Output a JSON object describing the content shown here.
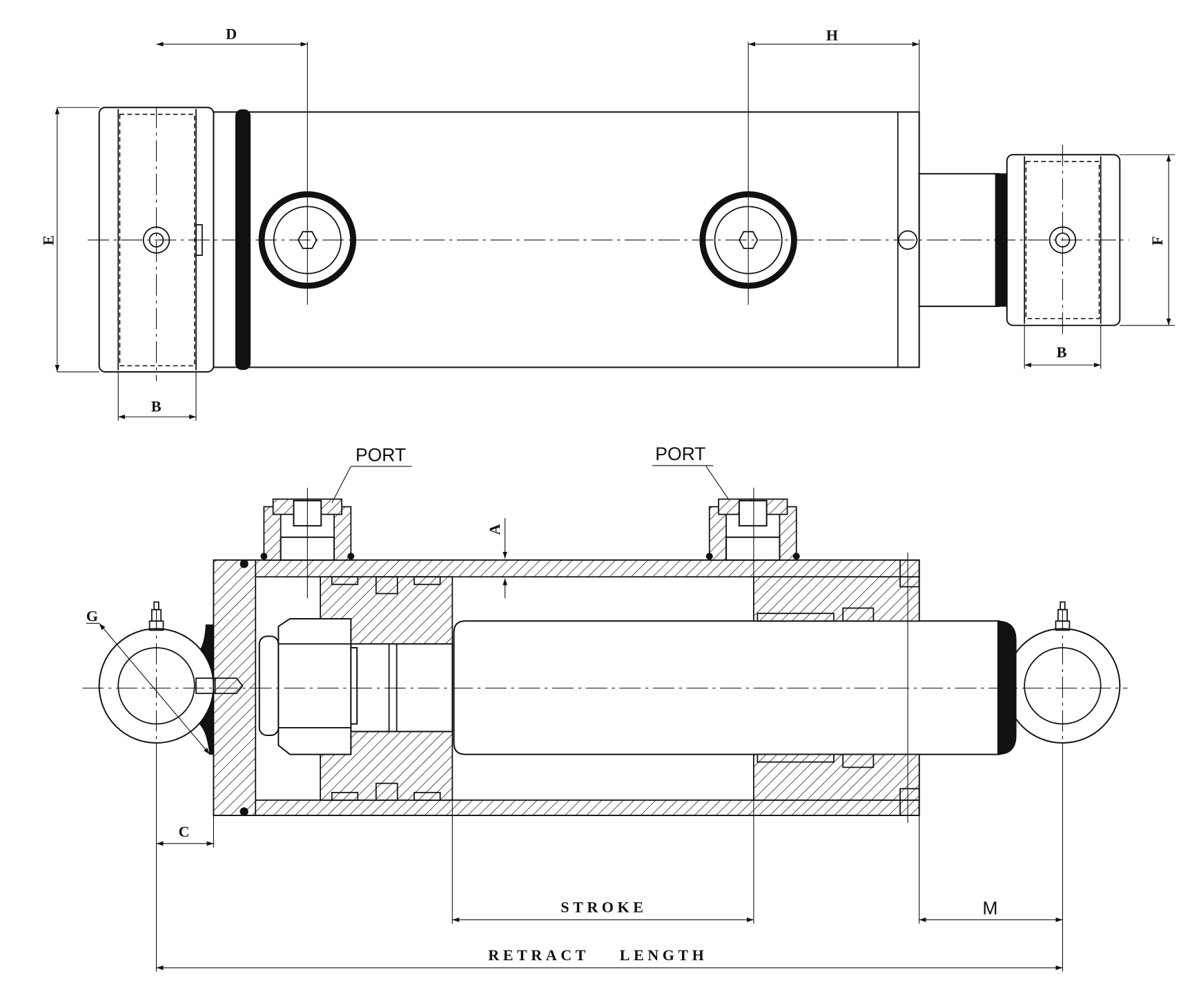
{
  "top_view": {
    "dimensions": {
      "d": "D",
      "h": "H",
      "e": "E",
      "f": "F",
      "b_left": "B",
      "b_right": "B"
    }
  },
  "section_view": {
    "port_left": "PORT",
    "port_right": "PORT",
    "dimensions": {
      "a": "A",
      "g": "G",
      "c": "C",
      "stroke": "STROKE",
      "m": "M",
      "retract_length": "RETRACT    LENGTH"
    }
  }
}
